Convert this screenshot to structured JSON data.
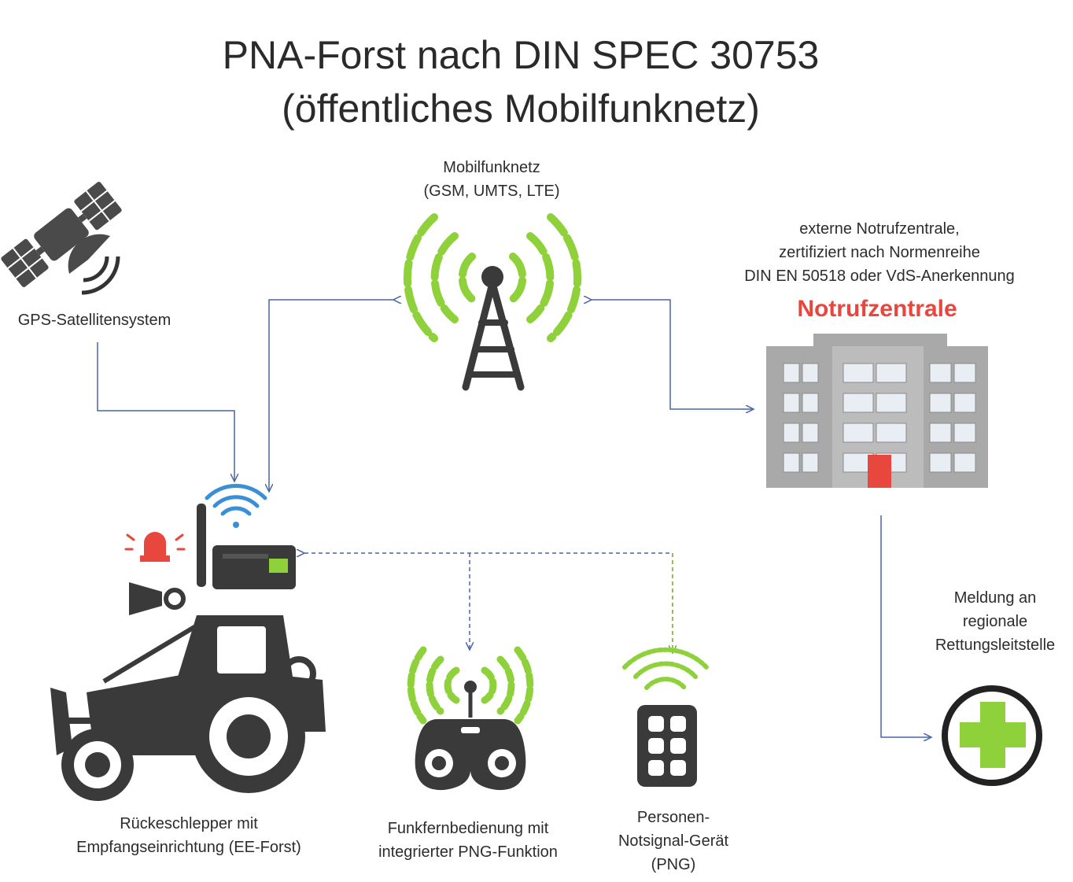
{
  "title": {
    "line1": "PNA-Forst nach DIN SPEC 30753",
    "line2": "(öffentliches Mobilfunknetz)"
  },
  "nodes": {
    "gps": {
      "label": "GPS-Satellitensystem",
      "icon": "satellite-icon"
    },
    "mobile": {
      "line1": "Mobilfunknetz",
      "line2": "(GSM, UMTS, LTE)",
      "icon": "cell-tower-icon"
    },
    "center": {
      "line1": "externe Notrufzentrale,",
      "line2": "zertifiziert nach Normenreihe",
      "line3": "DIN EN 50518 oder VdS-Anerkennung",
      "name": "Notrufzentrale",
      "icon": "building-icon"
    },
    "rescue": {
      "line1": "Meldung an",
      "line2": "regionale",
      "line3": "Rettungsleitstelle",
      "icon": "medical-cross-icon"
    },
    "tractor": {
      "line1": "Rückeschlepper mit",
      "line2": "Empfangseinrichtung (EE-Forst)",
      "icon": "tractor-icon"
    },
    "remote": {
      "line1": "Funkfernbedienung mit",
      "line2": "integrierter PNG-Funktion",
      "icon": "remote-control-icon"
    },
    "png": {
      "line1": "Personen-",
      "line2": "Notsignal-Gerät",
      "line3": "(PNG)",
      "icon": "keypad-device-icon"
    }
  },
  "colors": {
    "arrow": "#4a64a8",
    "signal_green": "#8fd13a",
    "wifi_blue": "#3b8fd6",
    "alert_red": "#e8473d",
    "building_gray": "#a9a9a9",
    "dark": "#3a3a3a"
  }
}
